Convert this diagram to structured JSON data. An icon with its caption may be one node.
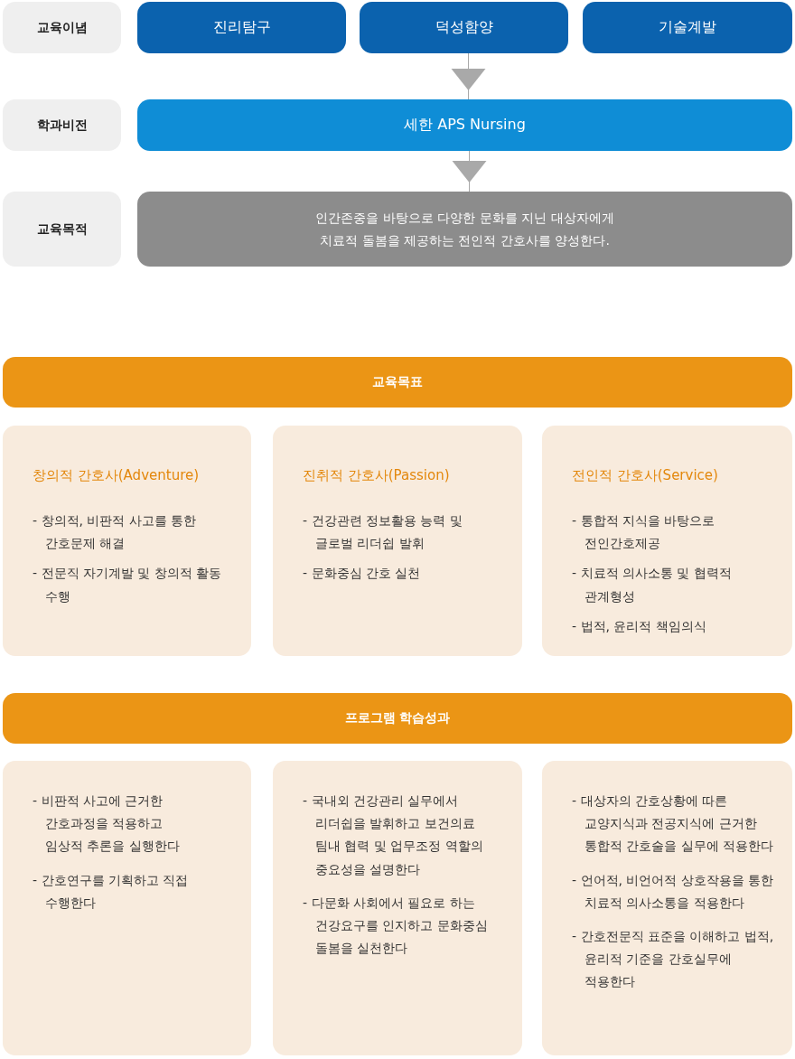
{
  "diagram": {
    "nodes": [
      {
        "text": [
          "교육이념"
        ]
      },
      {
        "text": [
          "진리탐구"
        ]
      },
      {
        "text": [
          "덕성함양"
        ]
      },
      {
        "text": [
          "기술계발"
        ]
      },
      {
        "text": [
          "학과비전"
        ]
      },
      {
        "text": [
          "세한 APS Nursing"
        ]
      },
      {
        "text": [
          "교육목적"
        ]
      },
      {
        "text": [
          "인간존중을 바탕으로 다양한 문화를 지닌 대상자에게 치료적 돌봄을 제공하는 전인적 간호사를 양성한다."
        ]
      },
      {
        "text": [
          "교육목표"
        ]
      },
      {
        "text": [
          "창의적 간호사(Adventure)",
          "- 창의적, 비판적 사고를 통한 간호문제 해결",
          "- 전문직 자기계발 및 창의적 활동 수행"
        ]
      },
      {
        "text": [
          "진취적 간호사(Passion)",
          "- 건강관련 정보활용 능력 및 글로벌 리더쉽 발휘",
          "- 문화중심 간호 실천"
        ]
      },
      {
        "text": [
          "전인적 간호사(Service)",
          "- 통합적 지식을 바탕으로 전인간호제공",
          "- 치료적 의사소통 및 협력적 관계형성",
          "- 법적, 윤리적 책임의식"
        ]
      },
      {
        "text": [
          "프로그램 학습성과"
        ]
      },
      {
        "text": [
          "- 비판적 사고에 근거한 간호과정을 적용하고 임상적 추론을 실행한다",
          "- 간호연구를 기획하고 직접 수행한다"
        ]
      },
      {
        "text": [
          "- 국내외 건강관리 실무에서 리더쉽을 발휘하고 보건의료 팀내 협력 및 업무조정 역할의 중요성을 설명한다",
          "- 다문화 사회에서 필요로 하는 건강요구를 인지하고 문화중심 돌봄을 실천한다"
        ]
      },
      {
        "text": [
          "- 대상자의 간호상황에 따른 교양지식과 전공지식에 근거한 통합적 간호술을 실무에 적용한다",
          "- 언어적, 비언어적 상호작용을 통한 치료적 의사소통을 적용한다",
          "- 간호전문직 표준을 이해하고 법적, 윤리적 기준을 간호실무에 적용한다"
        ]
      }
    ],
    "edges": [
      {
        "from": 2,
        "to": 5,
        "arrow": "to"
      },
      {
        "from": 5,
        "to": 7,
        "arrow": "to"
      }
    ]
  }
}
